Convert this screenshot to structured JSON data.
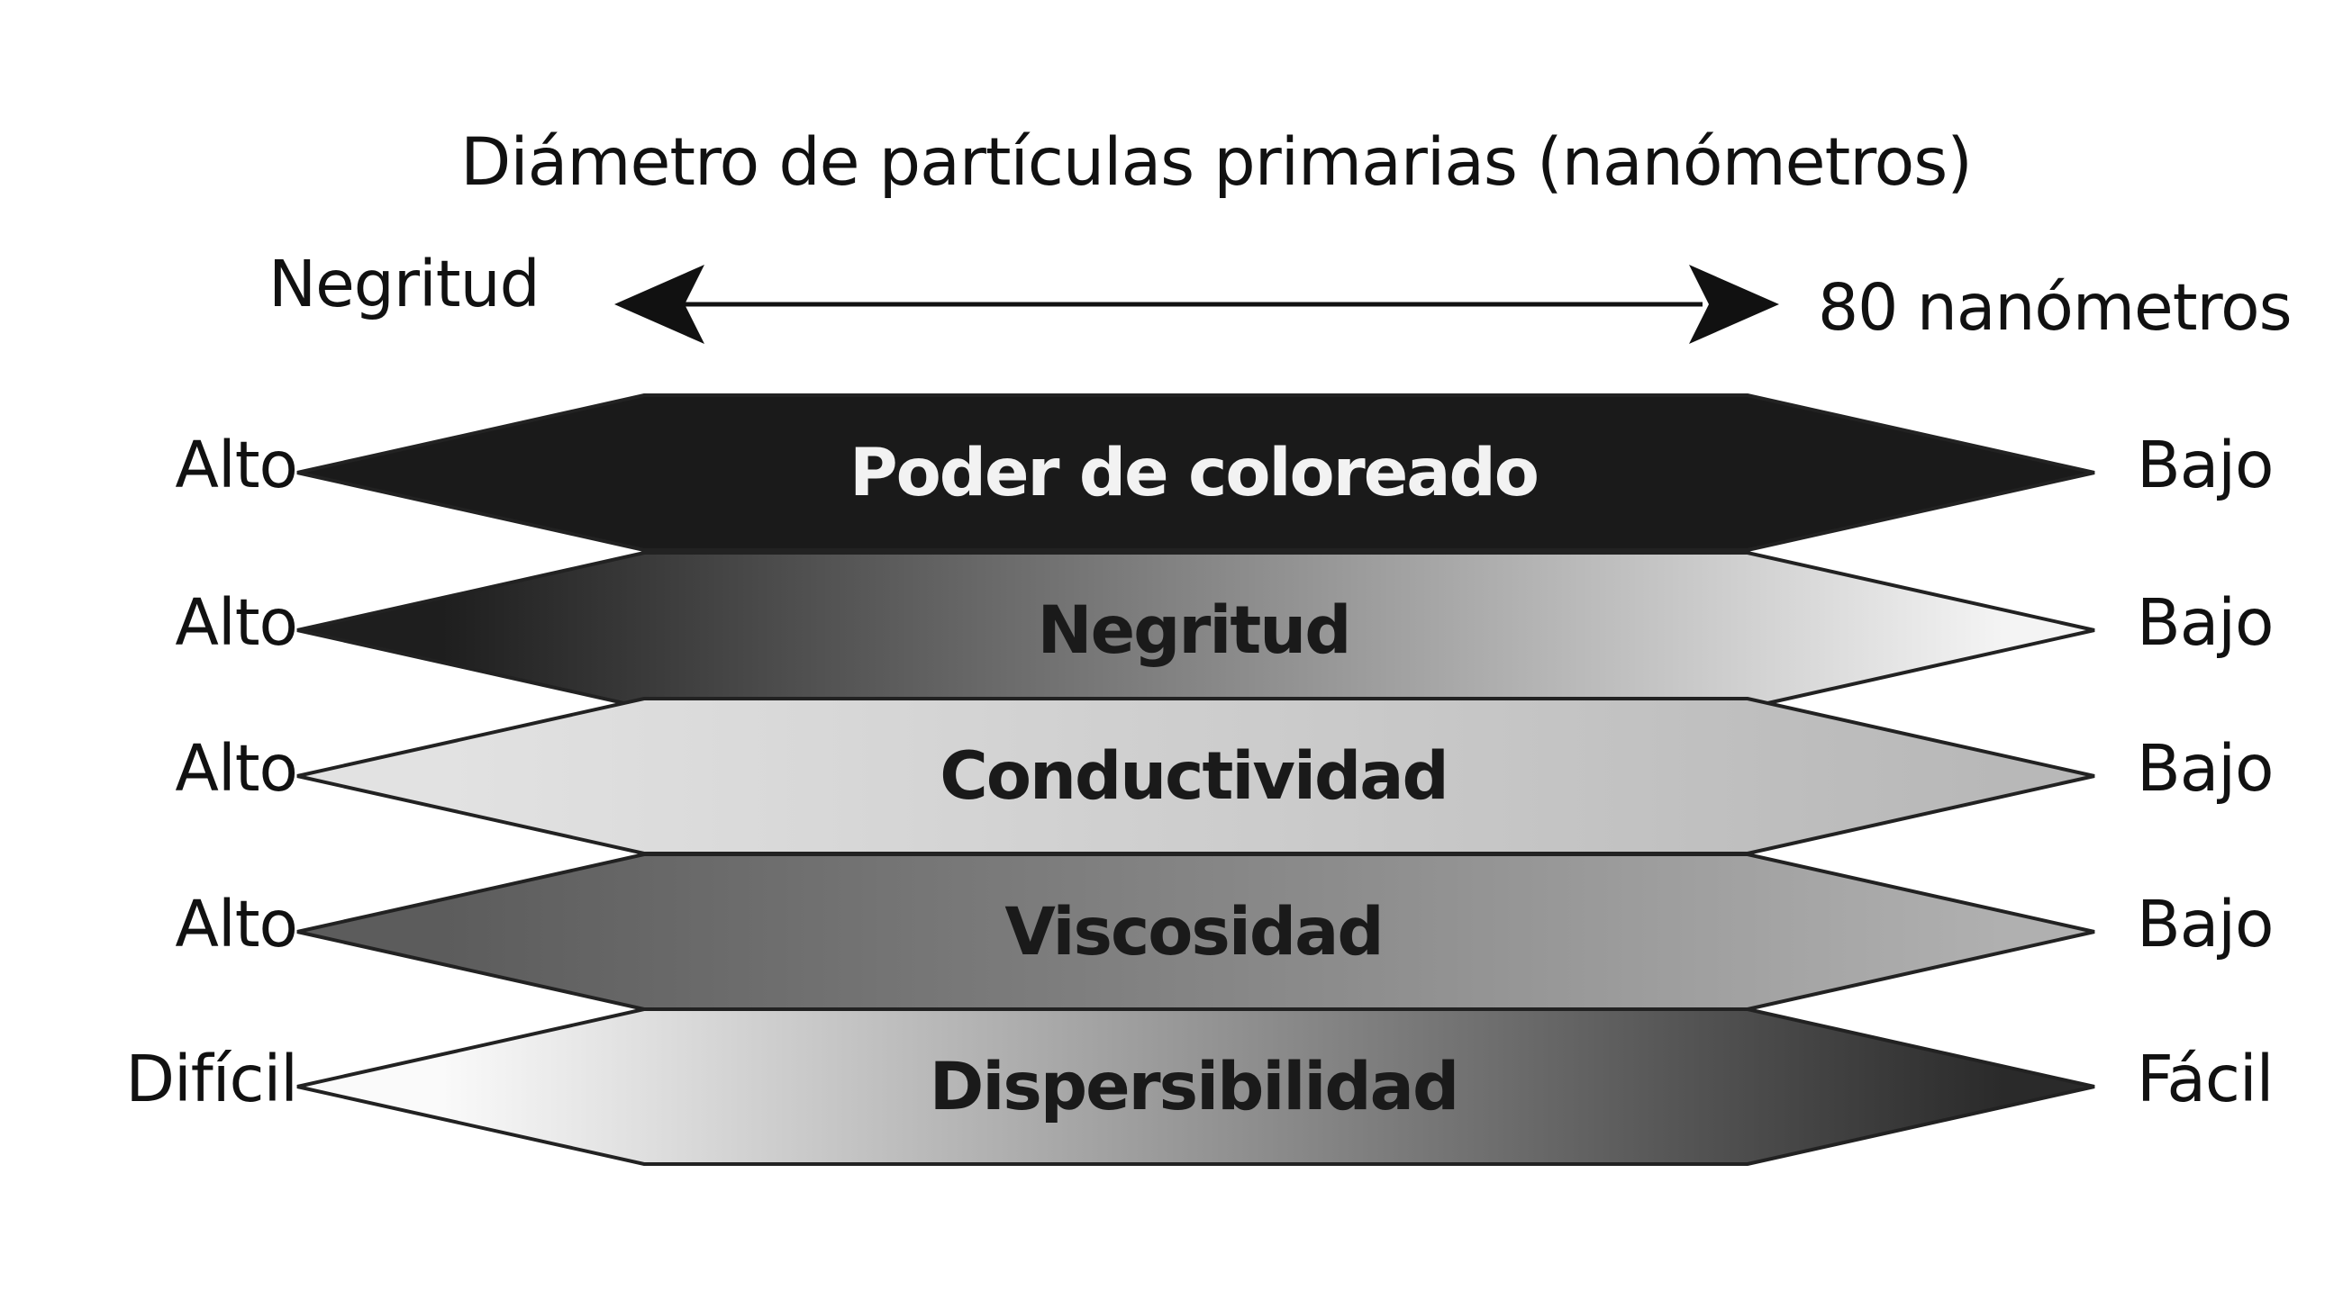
{
  "title": "Diámetro de partículas primarias (nanómetros)",
  "axis": {
    "left_label": "Negritud",
    "right_label": "80 nanómetros"
  },
  "bands": [
    {
      "label": "Poder de coloreado",
      "left": "Alto",
      "right": "Bajo",
      "gradient": [
        "#1a1a1a",
        "#1a1a1a"
      ],
      "text_color": "#f2f2f2"
    },
    {
      "label": "Negritud",
      "left": "Alto",
      "right": "Bajo",
      "gradient": [
        "#1e1e1e",
        "#f4f4f4"
      ],
      "text_color": "#1a1a1a"
    },
    {
      "label": "Conductividad",
      "left": "Alto",
      "right": "Bajo",
      "gradient": [
        "#e2e2e2",
        "#b8b8b8"
      ],
      "text_color": "#1a1a1a"
    },
    {
      "label": "Viscosidad",
      "left": "Alto",
      "right": "Bajo",
      "gradient": [
        "#5c5c5c",
        "#b0b0b0"
      ],
      "text_color": "#1a1a1a"
    },
    {
      "label": "Dispersibilidad",
      "left": "Difícil",
      "right": "Fácil",
      "gradient": [
        "#fafafa",
        "#2a2a2a"
      ],
      "text_color": "#1a1a1a"
    }
  ]
}
